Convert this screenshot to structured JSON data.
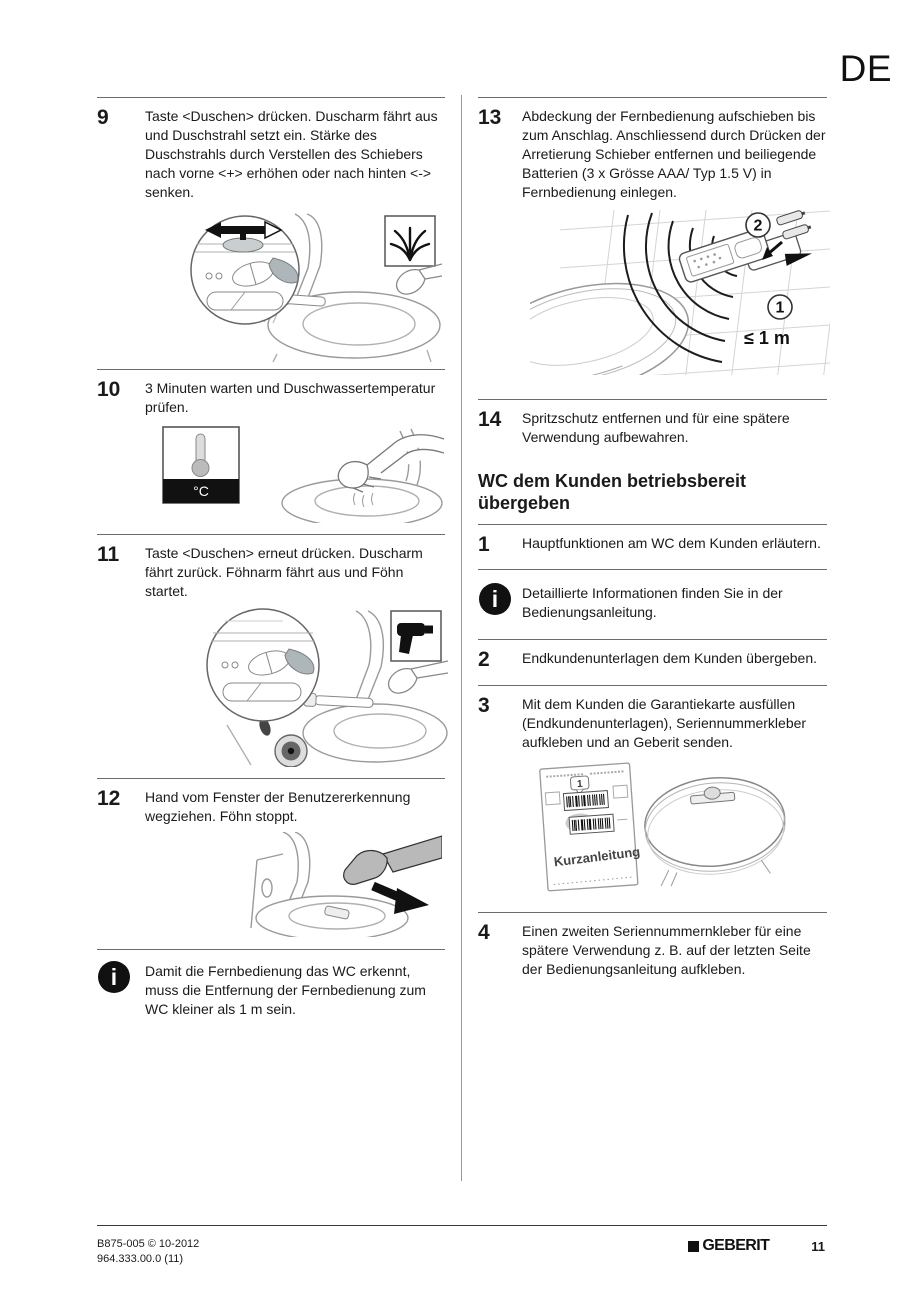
{
  "header": {
    "language": "DE"
  },
  "left_column": {
    "steps": [
      {
        "number": "9",
        "text": "Taste <Duschen> drücken. Duscharm fährt aus und Duschstrahl setzt ein. Stärke des Duschstrahls durch Verstellen des Schiebers nach vorne <+> erhöhen oder nach hinten <-> senken."
      },
      {
        "number": "10",
        "text": "3 Minuten warten und Duschwassertemperatur prüfen."
      },
      {
        "number": "11",
        "text": "Taste <Duschen> erneut drücken. Duscharm fährt zurück. Föhnarm fährt aus und Föhn startet."
      },
      {
        "number": "12",
        "text": "Hand vom Fenster der Benutzererkennung wegziehen. Föhn stoppt."
      }
    ],
    "note": "Damit die Fernbedienung das WC erkennt, muss die Entfernung der Fernbedienung zum WC kleiner als 1 m sein."
  },
  "right_column": {
    "steps_install": [
      {
        "number": "13",
        "text": "Abdeckung der Fernbedienung aufschieben bis zum Anschlag. Anschliessend durch Drücken der Arretierung Schieber entfernen und beiliegende Batterien (3 x Grösse AAA/ Typ 1.5 V) in Fernbedienung einlegen."
      },
      {
        "number": "14",
        "text": "Spritzschutz entfernen und für eine spätere Verwendung aufbewahren."
      }
    ],
    "section_heading": "WC dem Kunden betriebsbereit übergeben",
    "steps_handover": [
      {
        "number": "1",
        "text": "Hauptfunktionen am WC dem Kunden erläutern."
      },
      {
        "number": "2",
        "text": "Endkundenunterlagen dem Kunden übergeben."
      },
      {
        "number": "3",
        "text": "Mit dem Kunden die Garantiekarte ausfüllen (Endkundenunterlagen), Seriennummerkleber aufkleben und an Geberit senden."
      },
      {
        "number": "4",
        "text": "Einen zweiten Seriennummernkleber für eine spätere Verwendung z. B. auf der letzten Seite der Bedienungsanleitung aufkleben."
      }
    ],
    "note": "Detaillierte Informationen finden Sie in der Bedienungsanleitung."
  },
  "illustrations": {
    "temperature_unit": "°C",
    "distance_label": "≤ 1 m",
    "callout_1": "1",
    "callout_2": "2",
    "booklet_title": "Kurzanleitung"
  },
  "icons": {
    "info": "i"
  },
  "footer": {
    "doc_code": "B875-005 © 10-2012",
    "article_number": "964.333.00.0 (11)",
    "brand": "GEBERIT",
    "page_number": "11"
  }
}
